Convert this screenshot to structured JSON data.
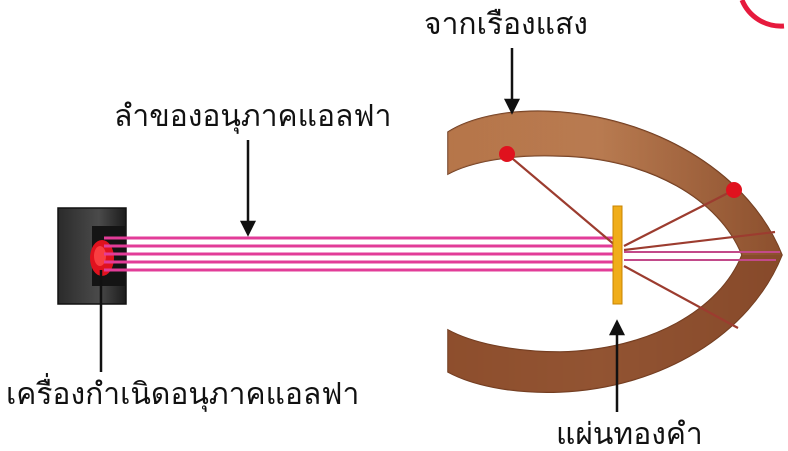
{
  "labels": {
    "screen_top": "จากเรืองแสง",
    "alpha_beam": "ลำของอนุภาคแอลฟา",
    "alpha_source": "เครื่องกำเนิดอนุภาคแอลฟา",
    "gold_foil": "แผ่นทองคำ"
  },
  "colors": {
    "beam": "#e23c98",
    "scatter": "#9c3c2f",
    "flash": "#e0121e",
    "foil": "#f0ad1a",
    "screen_outer": "#8c4f2d",
    "screen_inner": "#b77548",
    "source_body": "#333333",
    "source_inner": "#141414",
    "corner_mark": "#e61a3d"
  }
}
